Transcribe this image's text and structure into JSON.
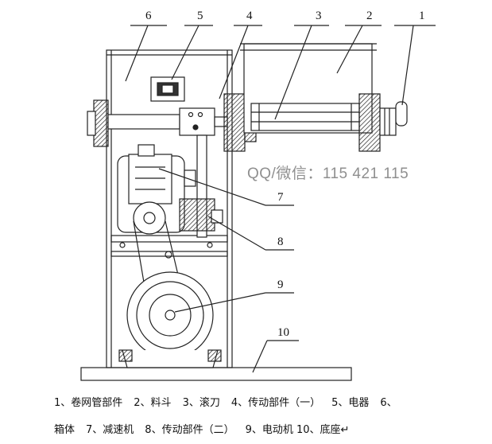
{
  "callouts": {
    "c1": "1",
    "c2": "2",
    "c3": "3",
    "c4": "4",
    "c5": "5",
    "c6": "6",
    "c7": "7",
    "c8": "8",
    "c9": "9",
    "c10": "10"
  },
  "watermark": "QQ/微信：115 421 115",
  "legend": {
    "line1": [
      "1、卷网管部件",
      "2、料斗",
      "3、滚刀",
      "4、传动部件（一）",
      "5、电器",
      "6、"
    ],
    "line2": [
      "箱体",
      "7、减速机",
      "8、传动部件（二）",
      "9、电动机 10、底座↵"
    ]
  }
}
